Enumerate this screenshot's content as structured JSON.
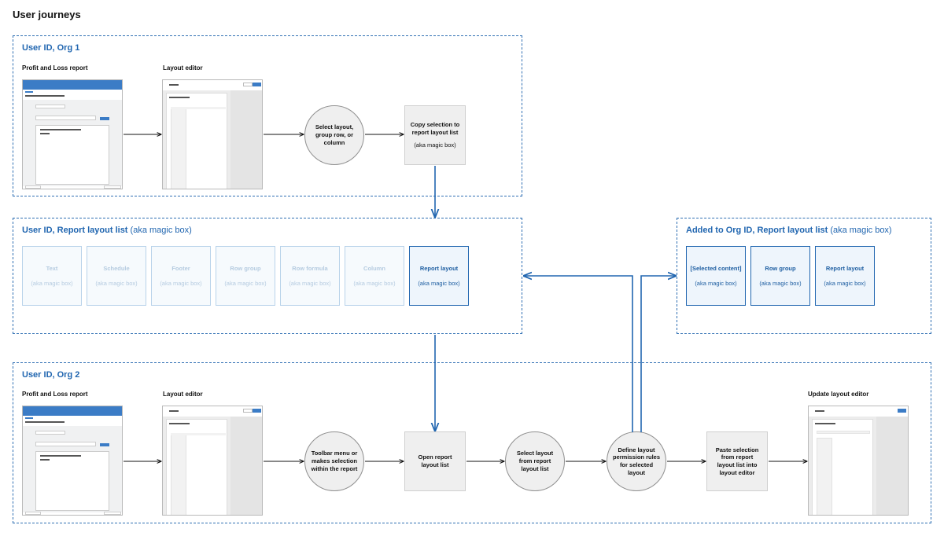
{
  "title": "User journeys",
  "org1": {
    "title": "User ID, Org 1",
    "pl_label": "Profit and Loss report",
    "editor_label": "Layout editor",
    "step1": "Select layout, group row, or column",
    "step2_title": "Copy selection to report layout list",
    "step2_aka": "(aka magic box)"
  },
  "list": {
    "title": "User ID, Report layout list",
    "title_aka": "(aka magic box)",
    "items": [
      {
        "label": "Text",
        "aka": "(aka magic box)",
        "state": "faded"
      },
      {
        "label": "Schedule",
        "aka": "(aka magic box)",
        "state": "faded"
      },
      {
        "label": "Footer",
        "aka": "(aka magic box)",
        "state": "faded"
      },
      {
        "label": "Row group",
        "aka": "(aka magic box)",
        "state": "faded"
      },
      {
        "label": "Row formula",
        "aka": "(aka magic box)",
        "state": "faded"
      },
      {
        "label": "Column",
        "aka": "(aka magic box)",
        "state": "faded"
      },
      {
        "label": "Report layout",
        "aka": "(aka magic box)",
        "state": "active"
      }
    ]
  },
  "added": {
    "title": "Added to Org ID, Report layout list",
    "title_aka": "(aka magic box)",
    "items": [
      {
        "label": "[Selected content]",
        "aka": "(aka magic box)"
      },
      {
        "label": "Row group",
        "aka": "(aka magic box)"
      },
      {
        "label": "Report layout",
        "aka": "(aka magic box)"
      }
    ]
  },
  "org2": {
    "title": "User ID, Org 2",
    "pl_label": "Profit and Loss report",
    "editor_label": "Layout editor",
    "update_label": "Update layout editor",
    "step1": "Toolbar menu or makes selection within the report",
    "step2": "Open report layout list",
    "step3": "Select layout from report layout list",
    "step4": "Define layout permission rules for selected layout",
    "step5": "Paste selection from report layout list into layout editor"
  },
  "colors": {
    "accent": "#2166b0",
    "faded": "#b9d3ea",
    "header_blue": "#3b7cc6"
  }
}
